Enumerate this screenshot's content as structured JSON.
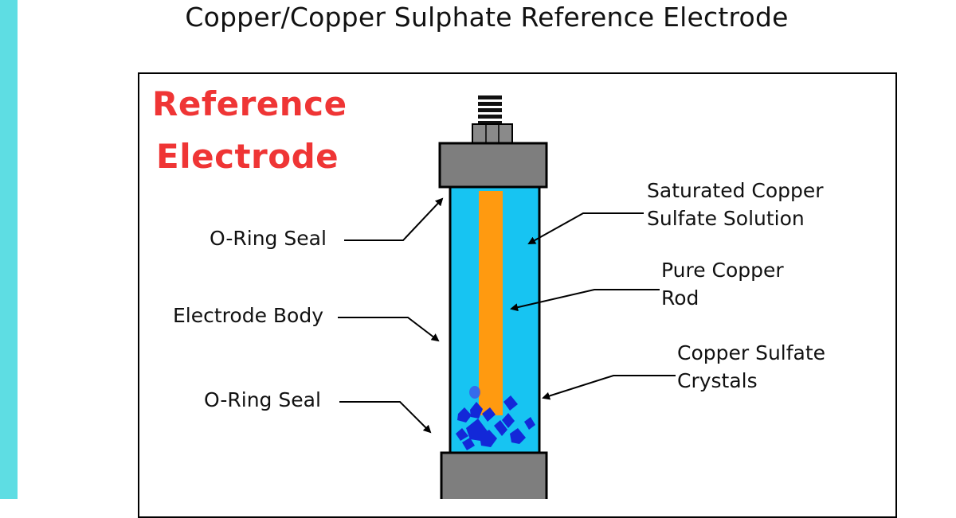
{
  "title": "Copper/Copper Sulphate Reference Electrode",
  "heading": {
    "line1": "Reference",
    "line2": "Electrode"
  },
  "labels": {
    "o_ring_top": "O-Ring Seal",
    "electrode_body": "Electrode Body",
    "o_ring_bottom": "O-Ring Seal",
    "solution_line1": "Saturated Copper",
    "solution_line2": "Sulfate Solution",
    "rod_line1": "Pure Copper",
    "rod_line2": "Rod",
    "crystals_line1": "Copper Sulfate",
    "crystals_line2": "Crystals"
  },
  "colors": {
    "accent_bar": "#5EDDE3",
    "heading": "#EF3535",
    "solution": "#17C4F2",
    "rod": "#FF9A10",
    "cap": "#7E7E7E",
    "crystals": "#1328D8"
  }
}
